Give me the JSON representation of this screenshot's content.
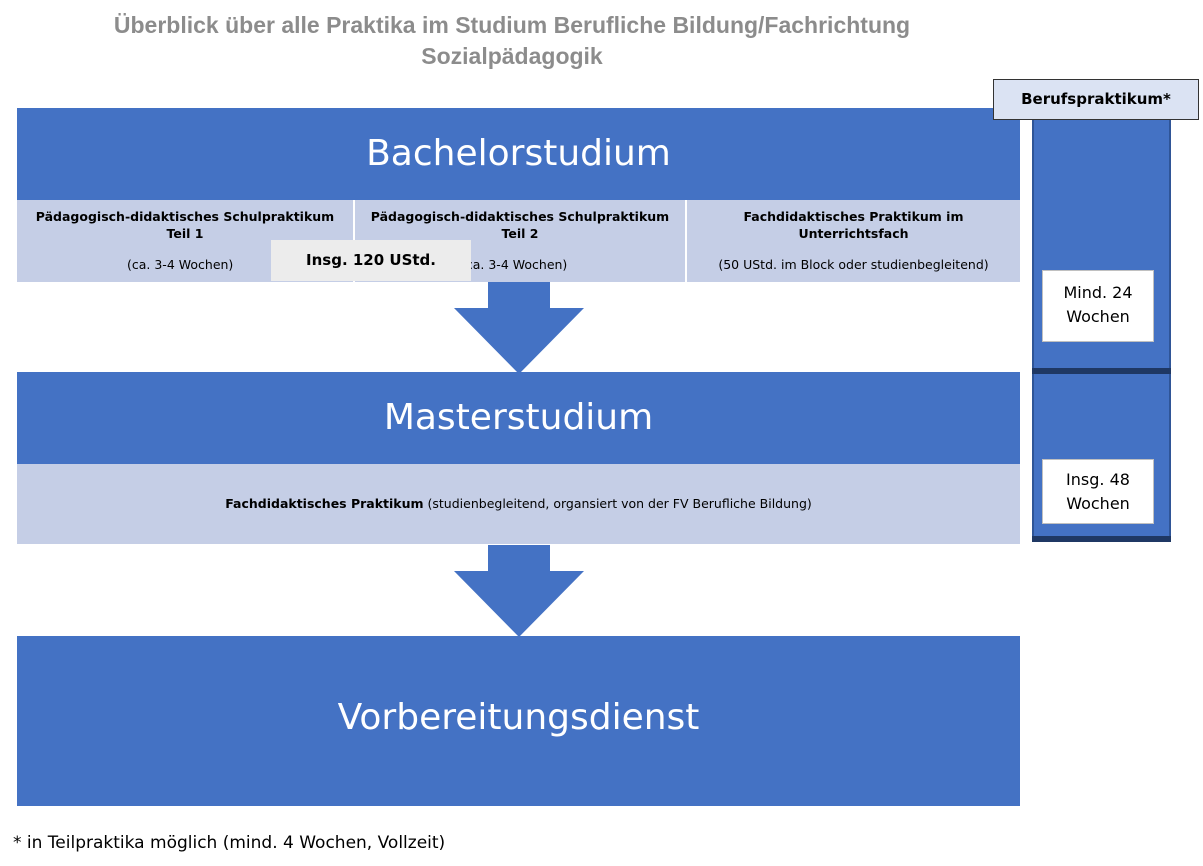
{
  "title": {
    "line1": "Überblick über alle Praktika im Studium Berufliche Bildung/Fachrichtung",
    "line2": "Sozialpädagogik"
  },
  "bachelor": {
    "label": "Bachelorstudium",
    "cells": [
      {
        "head1": "Pädagogisch-didaktisches Schulpraktikum",
        "head2": "Teil 1",
        "sub": "(ca. 3-4 Wochen)"
      },
      {
        "head1": "Pädagogisch-didaktisches Schulpraktikum",
        "head2": "Teil 2",
        "sub": "(ca. 3-4 Wochen)"
      },
      {
        "head1": "Fachdidaktisches Praktikum im",
        "head2": "Unterrichtsfach",
        "sub": "(50 UStd. im Block oder studienbegleitend)"
      }
    ],
    "total": "Insg. 120 UStd."
  },
  "master": {
    "label": "Masterstudium",
    "bold": "Fachdidaktisches Praktikum",
    "rest": " (studienbegleitend, organsiert von der FV Berufliche Bildung)"
  },
  "vorbereitung": {
    "label": "Vorbereitungsdienst"
  },
  "berufspraktikum": {
    "label": "Berufspraktikum*",
    "min_line1": "Mind. 24",
    "min_line2": "Wochen",
    "total_line1": "Insg. 48",
    "total_line2": "Wochen"
  },
  "footnote": "* in Teilpraktika möglich (mind. 4 Wochen, Vollzeit)",
  "colors": {
    "blue": "#4472c4",
    "light": "#c5cee6",
    "dark_bar": "#1f3864",
    "title_gray": "#8c8c8c"
  }
}
